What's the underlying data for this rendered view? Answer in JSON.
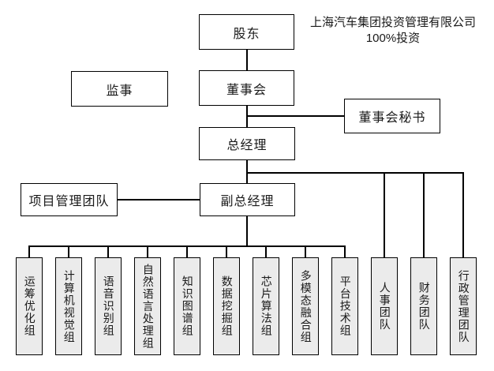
{
  "caption": {
    "line1": "上海汽车集团投资管理有限公司",
    "line2": "100%投资"
  },
  "nodes": {
    "shareholder": "股东",
    "supervisor": "监事",
    "board": "董事会",
    "board_secretary": "董事会秘书",
    "general_manager": "总经理",
    "project_management_team": "项目管理团队",
    "deputy_general_manager": "副总经理"
  },
  "departments": {
    "groups": [
      "运筹优化组",
      "计算机视觉组",
      "语音识别组",
      "自然语言处理组",
      "知识图谱组",
      "数据挖掘组",
      "芯片算法组",
      "多模态融合组",
      "平台技术组"
    ],
    "teams": [
      "人事团队",
      "财务团队",
      "行政管理团队"
    ]
  },
  "colors": {
    "line": "#000000",
    "node_fill": "#ffffff",
    "department_fill": "#ebebeb",
    "background": "#ffffff"
  }
}
